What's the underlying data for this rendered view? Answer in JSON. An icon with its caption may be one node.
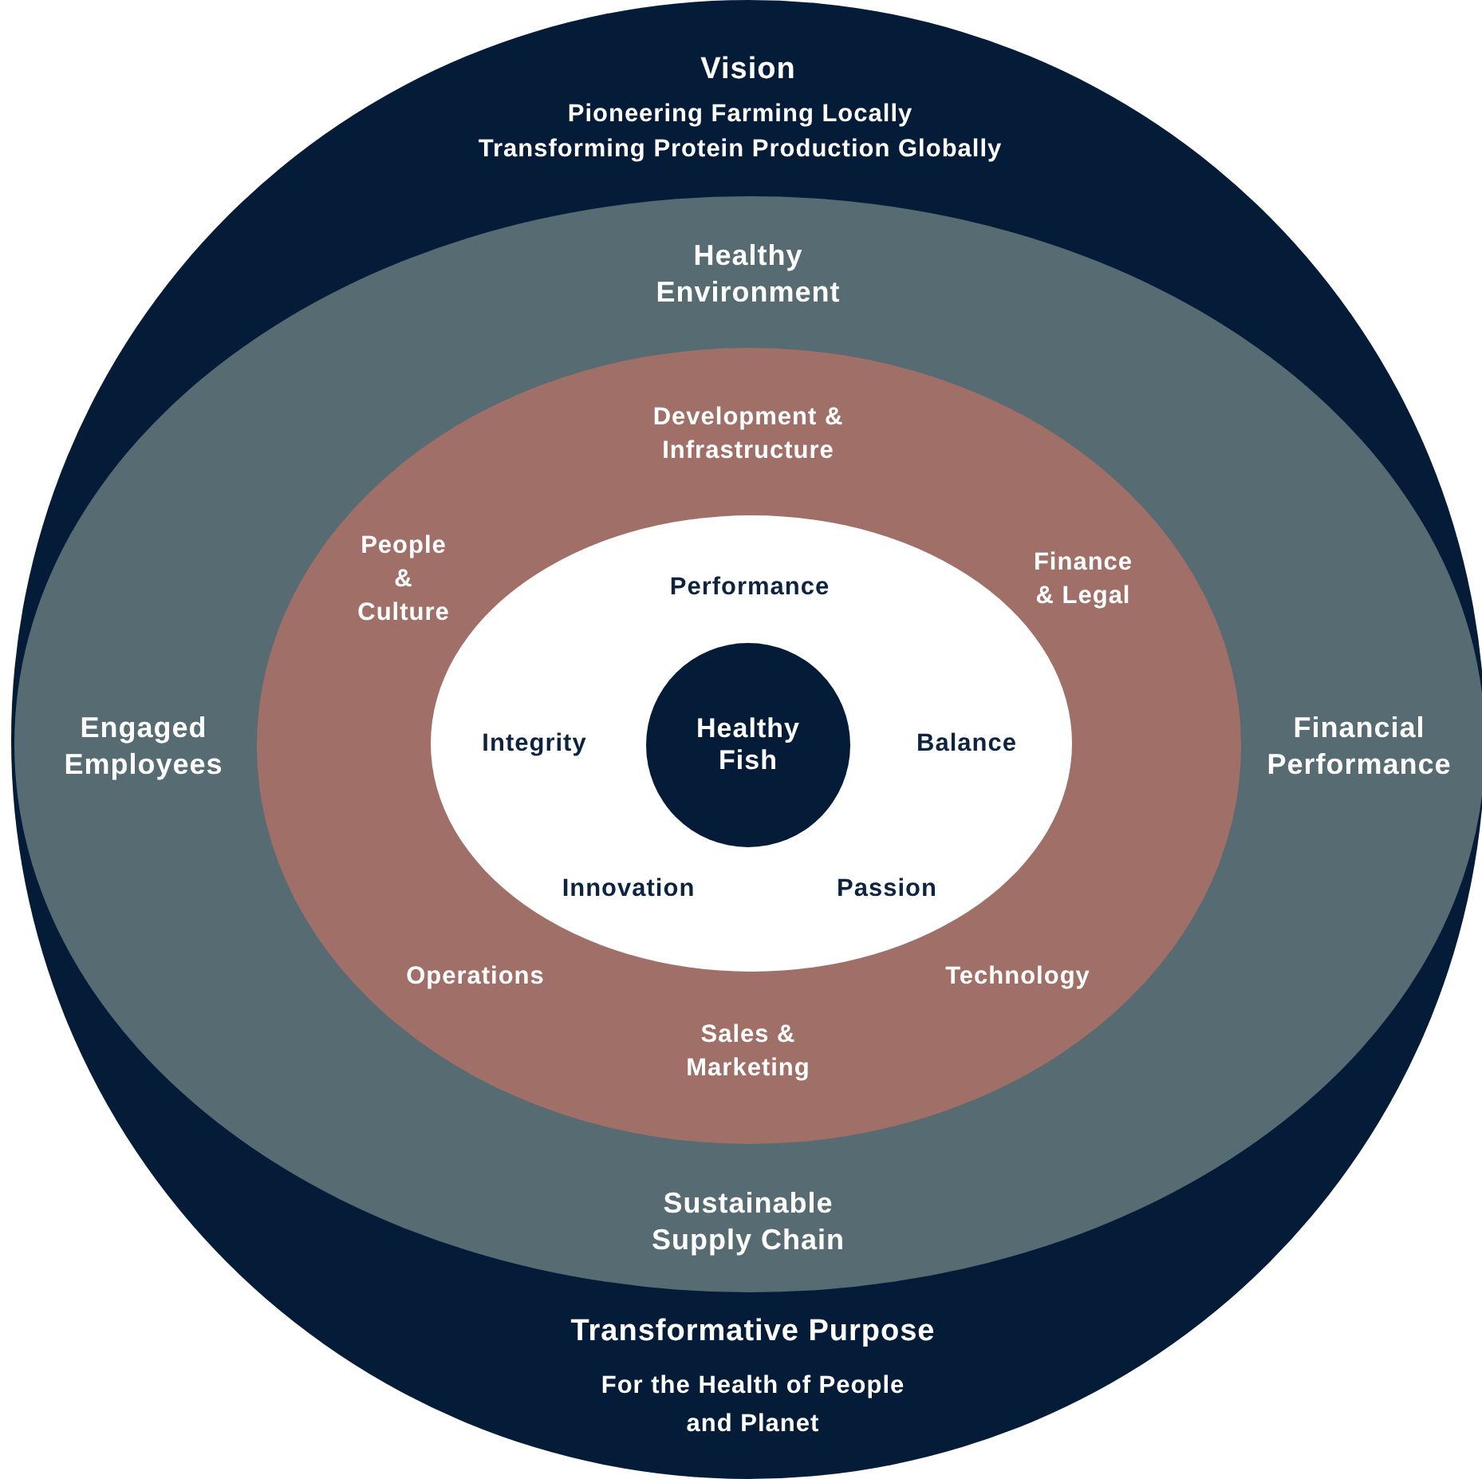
{
  "diagram": {
    "nodes": [
      {
        "text": [
          "Vision",
          "Pioneering Farming Locally",
          "Transforming Protein Production Globally",
          "Transformative Purpose",
          "For the Health of People and Planet"
        ]
      },
      {
        "text": [
          "Healthy Environment",
          "Engaged Employees",
          "Financial Performance",
          "Sustainable Supply Chain"
        ],
        "in": 0
      },
      {
        "text": [
          "Development & Infrastructure",
          "People & Culture",
          "Finance & Legal",
          "Operations",
          "Sales & Marketing",
          "Technology"
        ],
        "in": 1
      },
      {
        "text": [
          "Performance",
          "Integrity",
          "Balance",
          "Innovation",
          "Passion"
        ],
        "in": 2
      },
      {
        "text": [
          "Healthy Fish"
        ],
        "in": 3
      }
    ]
  }
}
